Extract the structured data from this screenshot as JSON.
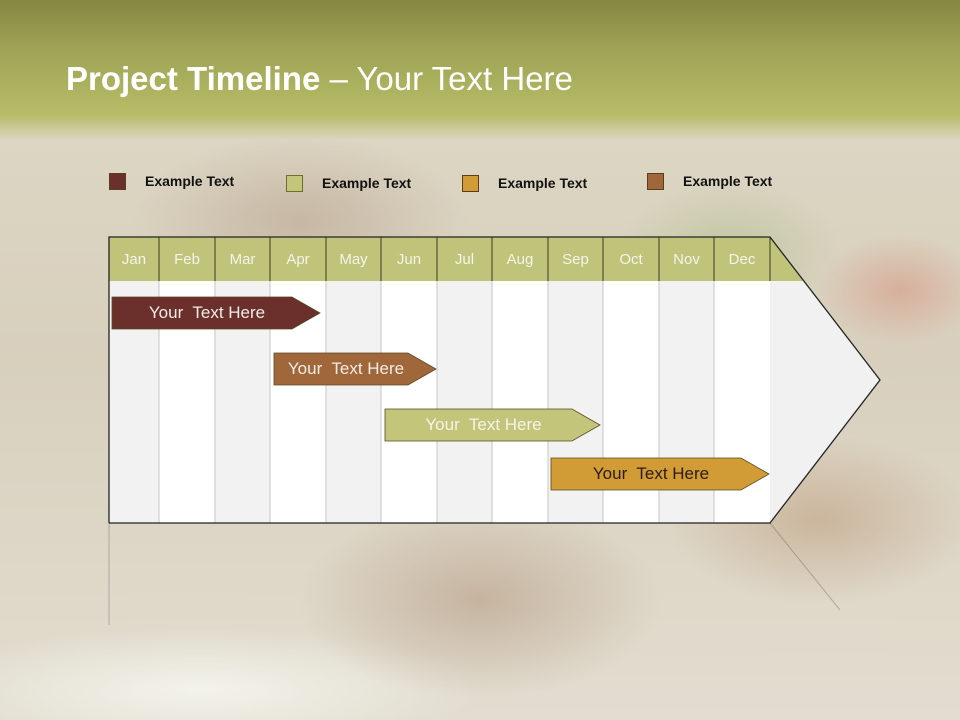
{
  "slide": {
    "title_bold": "Project Timeline",
    "title_rest": " – Your Text Here"
  },
  "legend": [
    {
      "label": "Example Text",
      "color": "#6b2f2c"
    },
    {
      "label": "Example Text",
      "color": "#c2c57a"
    },
    {
      "label": "Example Text",
      "color": "#d19b35"
    },
    {
      "label": "Example Text",
      "color": "#a0683a"
    }
  ],
  "colors": {
    "header_band": "#c0c47a",
    "grid_light": "#f2f2f2",
    "grid_white": "#ffffff"
  },
  "chart_data": {
    "type": "gantt",
    "title": "Project Timeline – Your Text Here",
    "categories": [
      "Jan",
      "Feb",
      "Mar",
      "Apr",
      "May",
      "Jun",
      "Jul",
      "Aug",
      "Sep",
      "Oct",
      "Nov",
      "Dec"
    ],
    "series": [
      {
        "name": "Your  Text Here",
        "start": "Jan",
        "end": "Apr",
        "start_index": 0,
        "end_index": 3.9,
        "color": "#6b2f2c",
        "text_color": "#f2ece6"
      },
      {
        "name": "Your  Text Here",
        "start": "Apr",
        "end": "Jun",
        "start_index": 3.05,
        "end_index": 6.0,
        "color": "#a0683a",
        "text_color": "#f2ece6"
      },
      {
        "name": "Your  Text Here",
        "start": "Jun",
        "end": "Sep",
        "start_index": 5.05,
        "end_index": 9.0,
        "color": "#c2c57a",
        "text_color": "#f4f4ea"
      },
      {
        "name": "Your  Text Here",
        "start": "Sep",
        "end": "Dec",
        "start_index": 8.05,
        "end_index": 12.0,
        "color": "#d19b35",
        "text_color": "#2a1c10"
      }
    ],
    "legend": [
      "Example Text",
      "Example Text",
      "Example Text",
      "Example Text"
    ],
    "grid": true
  }
}
